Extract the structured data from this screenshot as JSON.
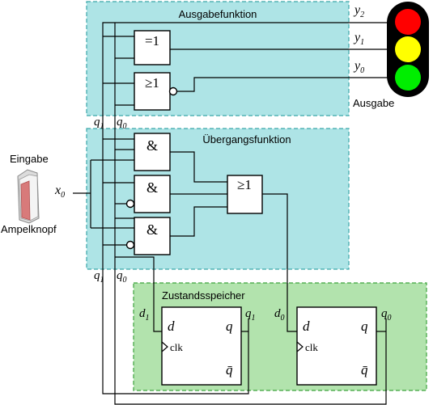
{
  "sections": {
    "output_function": "Ausgabefunktion",
    "transition_function": "Übergangsfunktion",
    "state_memory": "Zustandsspeicher"
  },
  "traffic_light": {
    "label": "Ausgabe",
    "outputs": {
      "y2": "y",
      "y2_sub": "2",
      "y1": "y",
      "y1_sub": "1",
      "y0": "y",
      "y0_sub": "0"
    },
    "colors": {
      "housing": "#000000",
      "red": "#ff0000",
      "yellow": "#ffff00",
      "green": "#00ee00"
    }
  },
  "input": {
    "title": "Eingabe",
    "name": "Ampelknopf",
    "var": "x",
    "var_sub": "0",
    "icon": "push-button-icon"
  },
  "gates": {
    "xor": "=1",
    "or_out": "≥1",
    "and": "&",
    "or_trans": "≥1"
  },
  "state_labels": {
    "q": "q",
    "q1_sub": "1",
    "q0_sub": "0",
    "d": "d",
    "d1_sub": "1",
    "d0_sub": "0"
  },
  "flipflop": {
    "d": "d",
    "q": "q",
    "qbar": "q̄",
    "clk": "clk"
  },
  "colors": {
    "section_teal": "#aee4e6",
    "section_green": "#b2e3ad",
    "dash_teal": "#3aa7a9",
    "dash_green": "#3da33d"
  }
}
